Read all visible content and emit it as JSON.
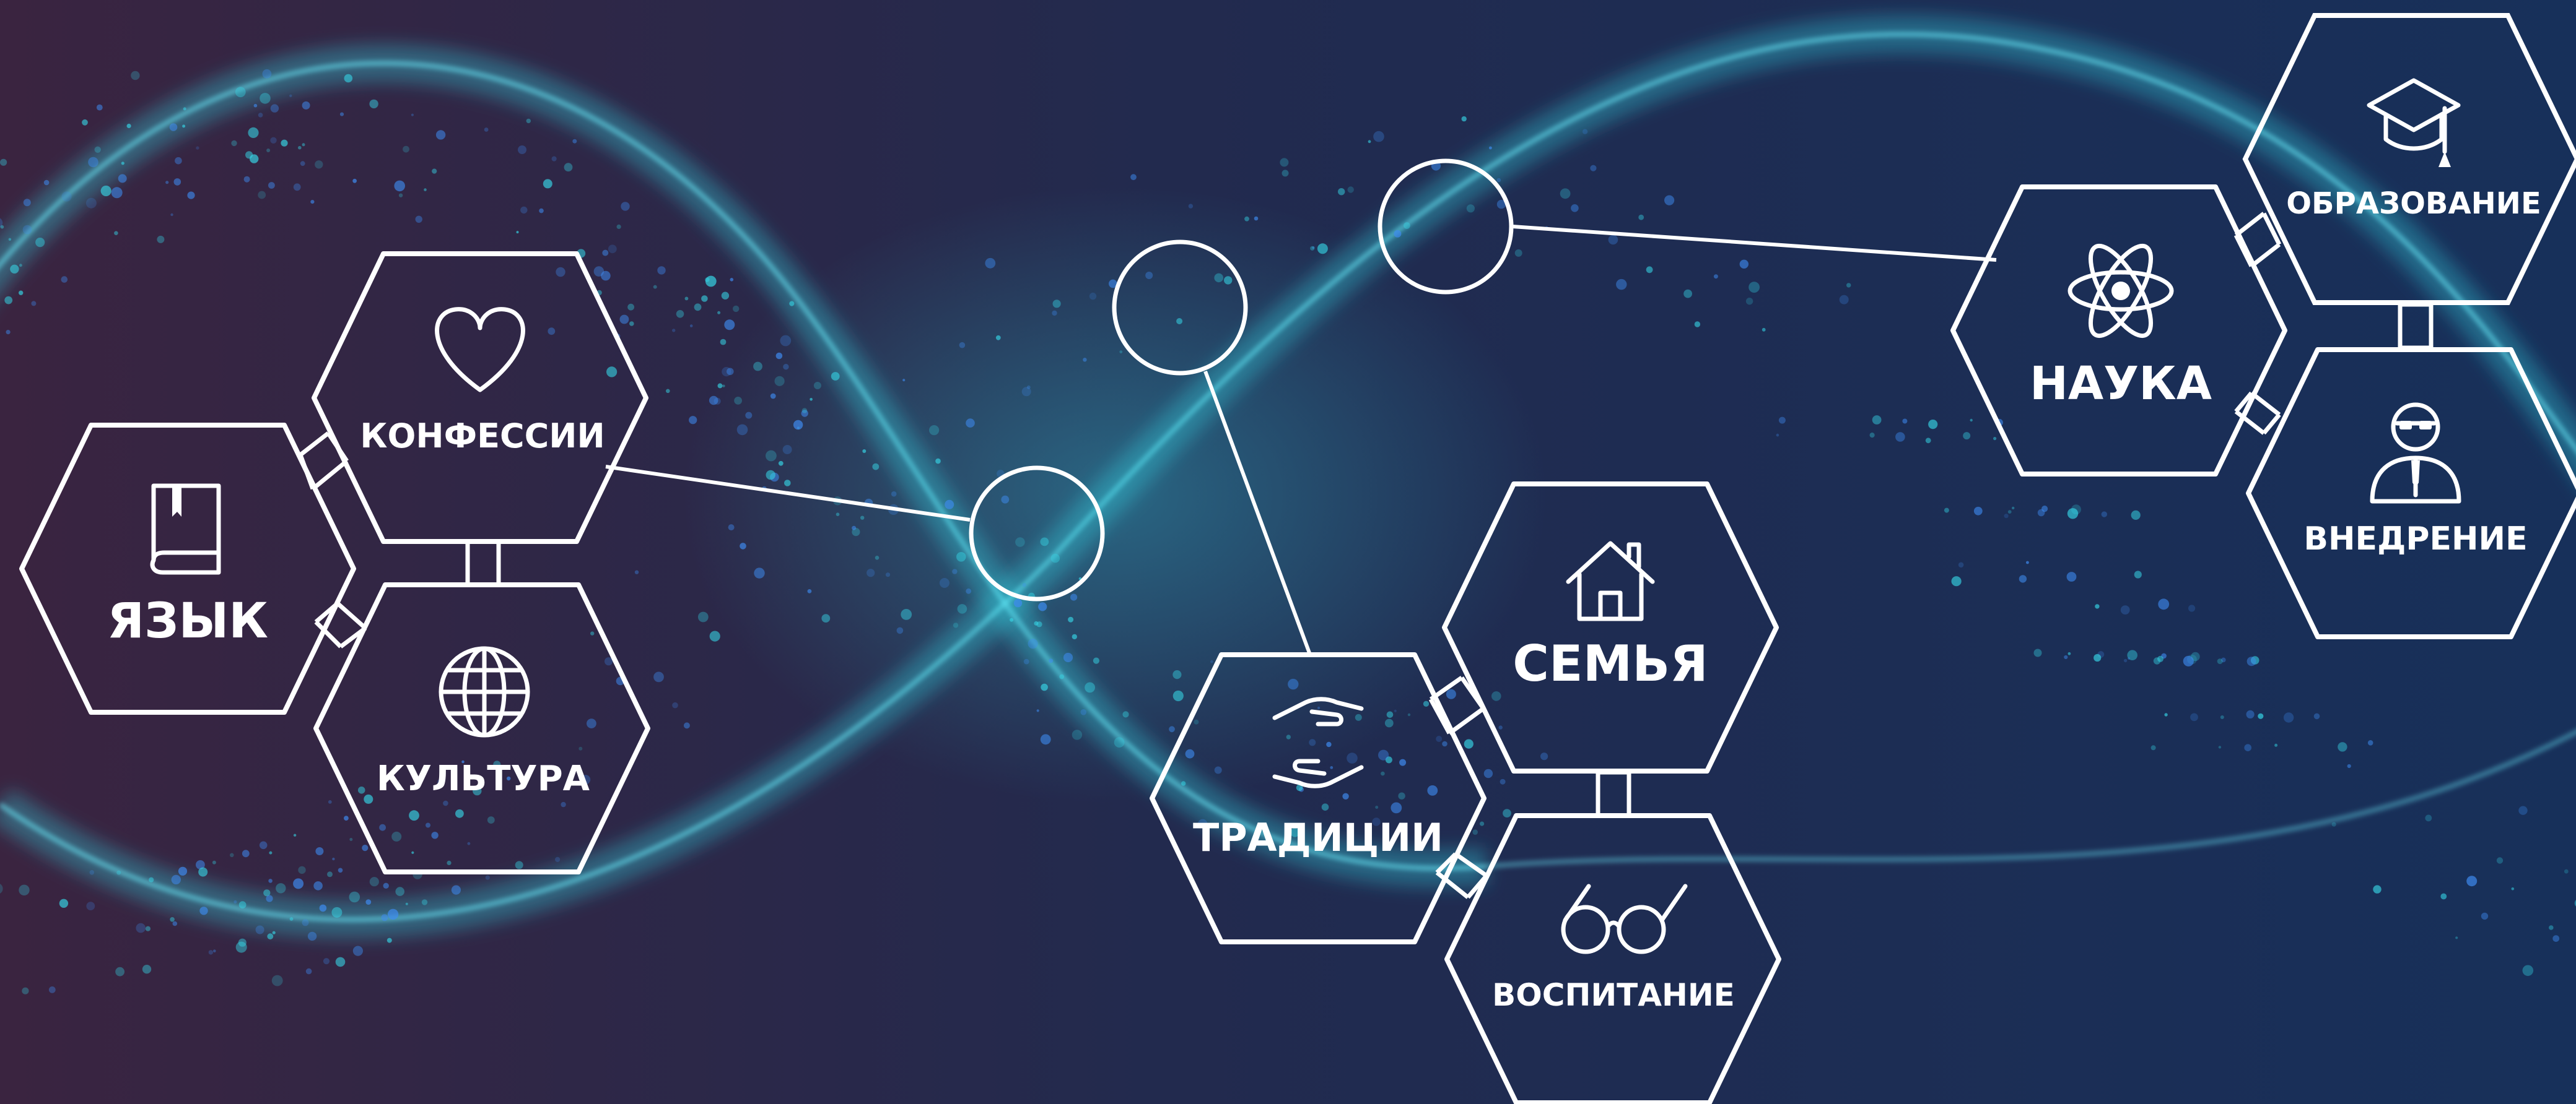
{
  "colors": {
    "background_left": "#3a2440",
    "background_mid": "#222a4e",
    "background_right": "#17305a",
    "helix_glow": "#36d6e6",
    "particle": "#3e8bf0",
    "outline": "#ffffff"
  },
  "clusters": {
    "language": {
      "yazyk": {
        "label": "ЯЗЫК",
        "icon": "book-icon"
      },
      "konfessii": {
        "label": "КОНФЕССИИ",
        "icon": "heart-icon"
      },
      "kultura": {
        "label": "КУЛЬТУРА",
        "icon": "globe-icon"
      }
    },
    "family": {
      "semya": {
        "label": "СЕМЬЯ",
        "icon": "house-icon"
      },
      "traditsii": {
        "label": "ТРАДИЦИИ",
        "icon": "hands-icon"
      },
      "vospitanie": {
        "label": "ВОСПИТАНИЕ",
        "icon": "glasses-icon"
      }
    },
    "science": {
      "nauka": {
        "label": "НАУКА",
        "icon": "atom-icon"
      },
      "obrazovanie": {
        "label": "ОБРАЗОВАНИЕ",
        "icon": "graduation-cap-icon"
      },
      "vnedrenie": {
        "label": "ВНЕДРЕНИЕ",
        "icon": "engineer-icon"
      }
    }
  }
}
